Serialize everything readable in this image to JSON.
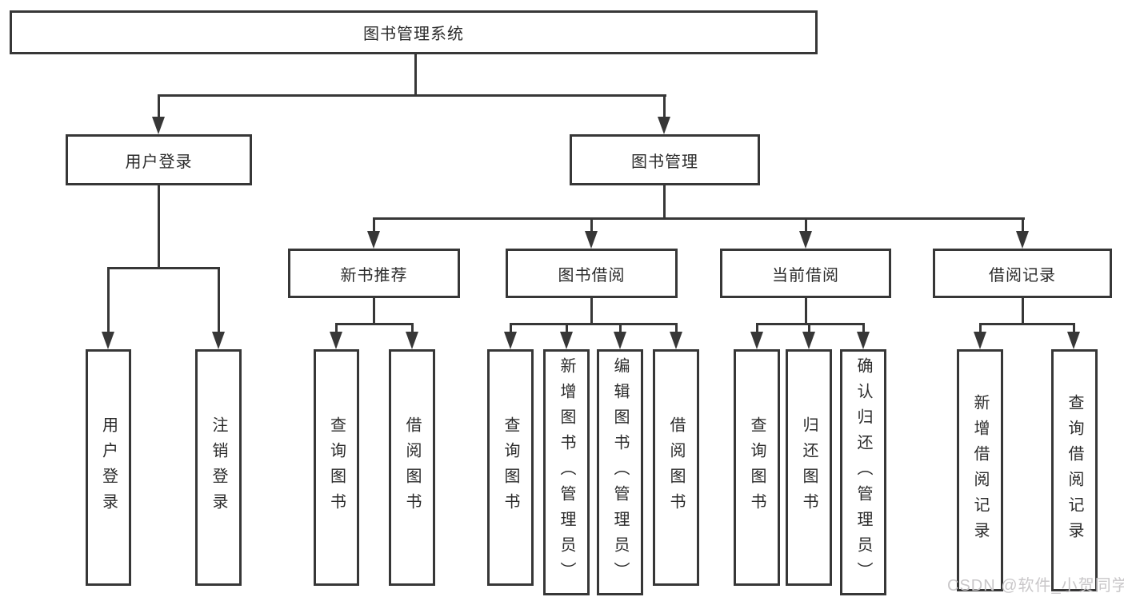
{
  "root": {
    "label": "图书管理系统"
  },
  "login_branch": {
    "label": "用户登录",
    "children": [
      "用户登录",
      "注销登录"
    ]
  },
  "mgmt_branch": {
    "label": "图书管理"
  },
  "modules": [
    {
      "label": "新书推荐",
      "children": [
        "查询图书",
        "借阅图书"
      ]
    },
    {
      "label": "图书借阅",
      "children": [
        "查询图书",
        "新增图书（管理员）",
        "编辑图书（管理员）",
        "借阅图书"
      ]
    },
    {
      "label": "当前借阅",
      "children": [
        "查询图书",
        "归还图书",
        "确认归还（管理员）"
      ]
    },
    {
      "label": "借阅记录",
      "children": [
        "新增借阅记录",
        "查询借阅记录"
      ]
    }
  ],
  "watermark": "CSDN @软件_小贺同学",
  "colors": {
    "line": "#373737",
    "text": "#2b2b2b",
    "watermark": "#c9c7c9",
    "background": "#ffffff"
  }
}
